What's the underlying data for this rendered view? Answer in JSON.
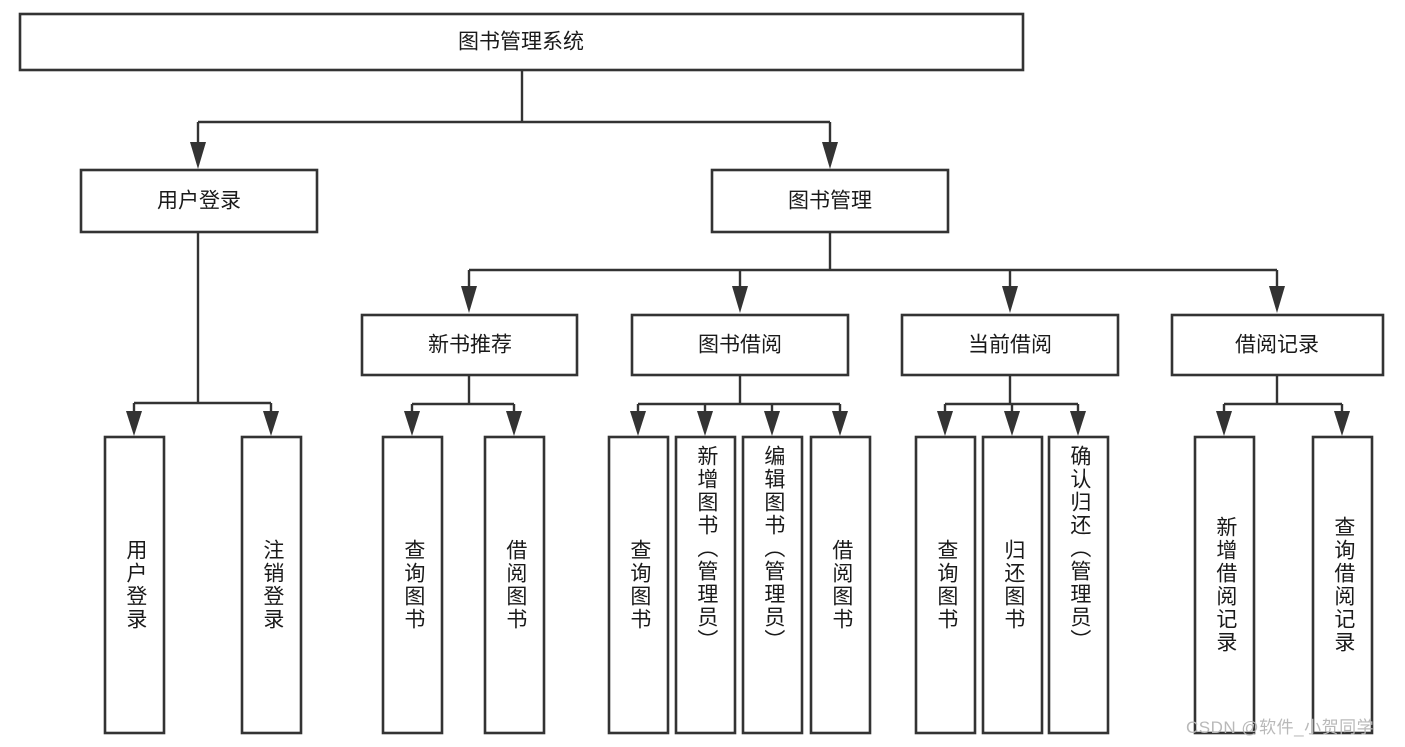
{
  "diagram": {
    "title": "图书管理系统",
    "type": "hierarchy-tree",
    "watermark": "CSDN @软件_小贺同学",
    "colors": {
      "box_fill": "#ffffff",
      "box_stroke": "#333333",
      "text": "#1a1a1a",
      "watermark": "#b9b9b9",
      "background": "#ffffff"
    },
    "levels": {
      "root": {
        "label": "图书管理系统"
      },
      "level2": [
        {
          "label": "用户登录"
        },
        {
          "label": "图书管理"
        }
      ],
      "level3": [
        {
          "label": "新书推荐"
        },
        {
          "label": "图书借阅"
        },
        {
          "label": "当前借阅"
        },
        {
          "label": "借阅记录"
        }
      ]
    },
    "leaves": {
      "user_login": [
        {
          "label": "用户登录"
        },
        {
          "label": "注销登录"
        }
      ],
      "new_book_recommend": [
        {
          "label": "查询图书"
        },
        {
          "label": "借阅图书"
        }
      ],
      "book_borrow": [
        {
          "label": "查询图书"
        },
        {
          "label": "新增图书（管理员）"
        },
        {
          "label": "编辑图书（管理员）"
        },
        {
          "label": "借阅图书"
        }
      ],
      "current_borrow": [
        {
          "label": "查询图书"
        },
        {
          "label": "归还图书"
        },
        {
          "label": "确认归还（管理员）"
        }
      ],
      "borrow_record": [
        {
          "label": "新增借阅记录"
        },
        {
          "label": "查询借阅记录"
        }
      ]
    }
  }
}
